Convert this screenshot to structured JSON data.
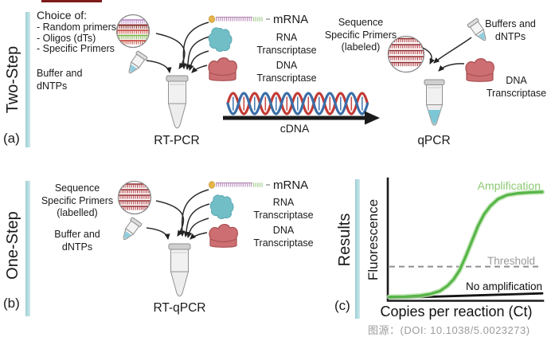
{
  "watermark": "图源：(DOI: 10.1038/5.0023273)",
  "colors": {
    "accent_bar": "#aed9de",
    "curve_green": "#56b548",
    "amplification_label_green": "#8cc973",
    "threshold_gray": "#8f8f8f",
    "enzyme_teal": "#72bec6",
    "enzyme_red": "#cd6f72",
    "helix_red": "#c23b35",
    "helix_blue": "#3a6ea8",
    "tube_liquid_blue": "#7cc7d6"
  },
  "panel_a": {
    "id_label": "(a)",
    "step_label": "Two-Step",
    "choice_title": "Choice of:",
    "choice_items": [
      "- Random primers",
      "- Oligos (dTs)",
      "- Specific Primers"
    ],
    "buffer_label": "Buffer and\ndNTPs",
    "reaction_tube_label": "RT-PCR",
    "mrna_label": "mRNA",
    "rna_transcriptase_label": "RNA\nTranscriptase",
    "dna_transcriptase_label": "DNA\nTranscriptase",
    "cdna_label": "cDNA",
    "sequence_primers_label": "Sequence\nSpecific Primers\n(labeled)",
    "buffers_dntps_label": "Buffers and\ndNTPs",
    "dna_transcriptase_right_label": "DNA\nTranscriptase",
    "qpcr_tube_label": "qPCR"
  },
  "panel_b": {
    "id_label": "(b)",
    "step_label": "One-Step",
    "sequence_primers_label": "Sequence\nSpecific Primers\n(labelled)",
    "buffer_label": "Buffer and\ndNTPs",
    "reaction_tube_label": "RT-qPCR",
    "mrna_label": "mRNA",
    "rna_transcriptase_label": "RNA\nTranscriptase",
    "dna_transcriptase_label": "DNA\nTranscriptase"
  },
  "panel_c": {
    "id_label": "(c)",
    "side_label": "Results",
    "ylabel": "Fluorescence",
    "xlabel": "Copies per reaction (Ct)",
    "amplification_label": "Amplification",
    "threshold_label": "Threshold",
    "no_amplification_label": "No amplification"
  },
  "chart_data": {
    "type": "line",
    "title": "qPCR amplification curve (qualitative)",
    "xlabel": "Copies per reaction (Ct)",
    "ylabel": "Fluorescence",
    "grid": false,
    "axis_ticks": "none (qualitative sketch)",
    "series": [
      {
        "name": "Amplification",
        "color": "#56b548",
        "shape": "sigmoid",
        "x": [
          0,
          0.1,
          0.2,
          0.27,
          0.33,
          0.38,
          0.42,
          0.46,
          0.5,
          0.54,
          0.58,
          0.62,
          0.66,
          0.71,
          0.77,
          0.84,
          0.92,
          1
        ],
        "y": [
          0.02,
          0.022,
          0.03,
          0.045,
          0.07,
          0.115,
          0.17,
          0.25,
          0.37,
          0.5,
          0.63,
          0.73,
          0.8,
          0.86,
          0.895,
          0.91,
          0.918,
          0.922
        ]
      },
      {
        "name": "No amplification",
        "color": "#151515",
        "shape": "flat baseline",
        "x": [
          0,
          1
        ],
        "y": [
          0.01,
          0.05
        ]
      }
    ],
    "threshold": {
      "label": "Threshold",
      "y": 0.28,
      "line_style": "dashed",
      "color": "#8f8f8f"
    },
    "legend_position": "labels annotated on plot"
  }
}
